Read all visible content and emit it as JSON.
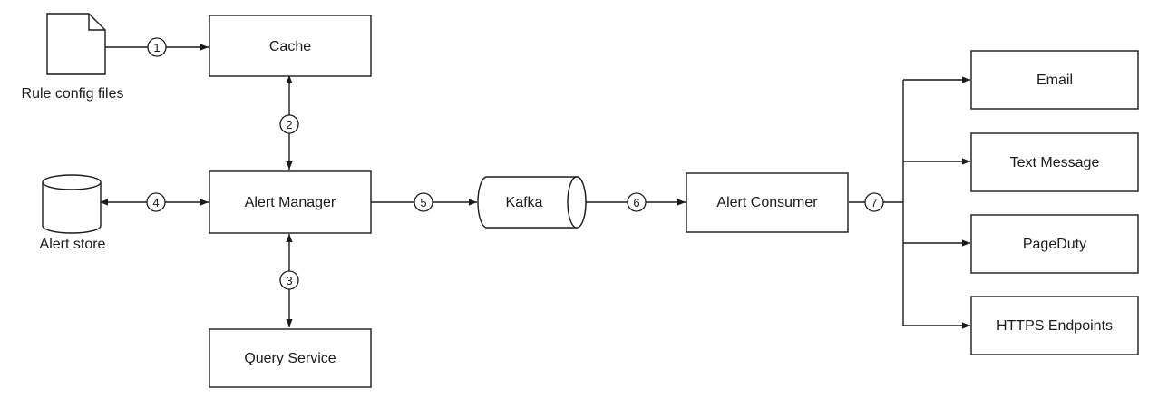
{
  "components": {
    "cache": "Cache",
    "alert_manager": "Alert Manager",
    "query_service": "Query Service",
    "kafka": "Kafka",
    "alert_consumer": "Alert Consumer",
    "email": "Email",
    "text_message": "Text Message",
    "pagerduty": "PageDuty",
    "https_endpoints": "HTTPS Endpoints"
  },
  "captions": {
    "rule_config_files": "Rule config files",
    "alert_store": "Alert store"
  },
  "steps": [
    "1",
    "2",
    "3",
    "4",
    "5",
    "6",
    "7"
  ]
}
